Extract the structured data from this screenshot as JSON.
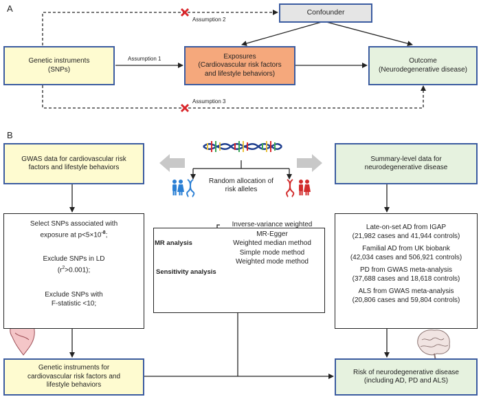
{
  "panel_a": {
    "label": "A",
    "confounder": "Confounder",
    "genetic_instruments": [
      "Genetic instruments",
      "(SNPs)"
    ],
    "exposures": [
      "Exposures",
      "(Cardiovascular risk factors",
      "and lifestyle behaviors)"
    ],
    "outcome": [
      "Outcome",
      "(Neurodegenerative disease)"
    ],
    "assumption_1": "Assumption 1",
    "assumption_2": "Assumption 2",
    "assumption_3": "Assumption 3"
  },
  "panel_b": {
    "label": "B",
    "gwas_box": [
      "GWAS data for cardiovascular risk",
      "factors and lifestyle behaviors"
    ],
    "random_allocation": [
      "Random allocation of",
      "risk alleles"
    ],
    "summary_box": [
      "Summary-level data for",
      "neurodegenerative disease"
    ],
    "steps": {
      "select_1": "Select SNPs associated with",
      "select_2": "exposure at p<5×10",
      "select_exp": "-8",
      "select_end": ";",
      "exclude_ld": "Exclude SNPs in LD",
      "r2_pre": "(r",
      "r2_sup": "2",
      "r2_post": ">0.001);",
      "exclude_f_1": "Exclude SNPs with",
      "exclude_f_2": "F-statistic <10;"
    },
    "mr_analysis": "MR analysis",
    "sensitivity_analysis": "Sensitivity analysis",
    "methods": [
      "Inverse-variance weighted",
      "MR-Egger",
      "Weighted median method",
      "Simple mode method",
      "Weighted mode method"
    ],
    "outcome_data": [
      [
        "Late-on-set AD from IGAP",
        "(21,982 cases and 41,944 controls)"
      ],
      [
        "Familial AD from UK biobank",
        "(42,034 cases and 506,921 controls)"
      ],
      [
        "PD from GWAS meta-analysis",
        "(37,688 cases and 18,618 controls)"
      ],
      [
        "ALS from GWAS meta-analysis",
        "(20,806 cases and 59,804 controls)"
      ]
    ],
    "genetic_instruments_box": [
      "Genetic instruments for",
      "cardiovascular risk factors and",
      "lifestyle behaviors"
    ],
    "risk_box": [
      "Risk of neurodegenerative disease",
      "(including AD, PD and ALS)"
    ]
  },
  "colors": {
    "box_border": "#3a5ba0",
    "yellow": "#fefbd0",
    "green": "#e6f2df",
    "orange": "#f5a87c",
    "gray": "#e5e5e5",
    "cross_red": "#d9262b",
    "arrow_gray": "#c8c8c8",
    "person_blue": "#2a7fd4",
    "person_red": "#d22b2b"
  },
  "icons": [
    "dna-helix-icon",
    "male-female-blue-icon",
    "male-female-red-icon",
    "dna-blue-icon",
    "dna-red-icon",
    "heart-icon",
    "brain-icon",
    "cross-mark-icon"
  ]
}
